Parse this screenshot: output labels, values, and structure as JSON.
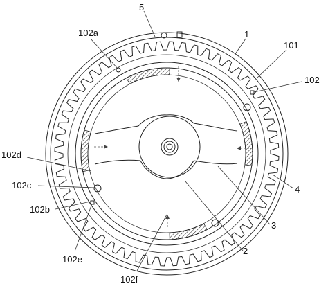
{
  "labels": {
    "l5": "5",
    "l1": "1",
    "l101": "101",
    "l102": "102",
    "l102a": "102a",
    "l102d": "102d",
    "l102c": "102c",
    "l102b": "102b",
    "l102e": "102e",
    "l102f": "102f",
    "l4": "4",
    "l3": "3",
    "l2": "2"
  }
}
